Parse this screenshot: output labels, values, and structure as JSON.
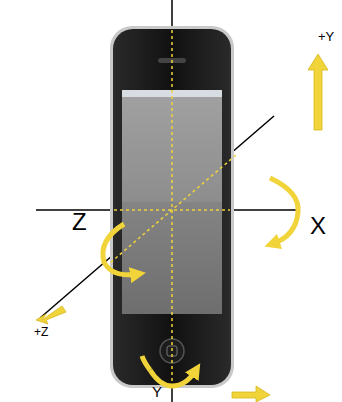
{
  "diagram": {
    "labels": [
      "+Y",
      "X",
      "Z",
      "+Z",
      "Y"
    ]
  }
}
